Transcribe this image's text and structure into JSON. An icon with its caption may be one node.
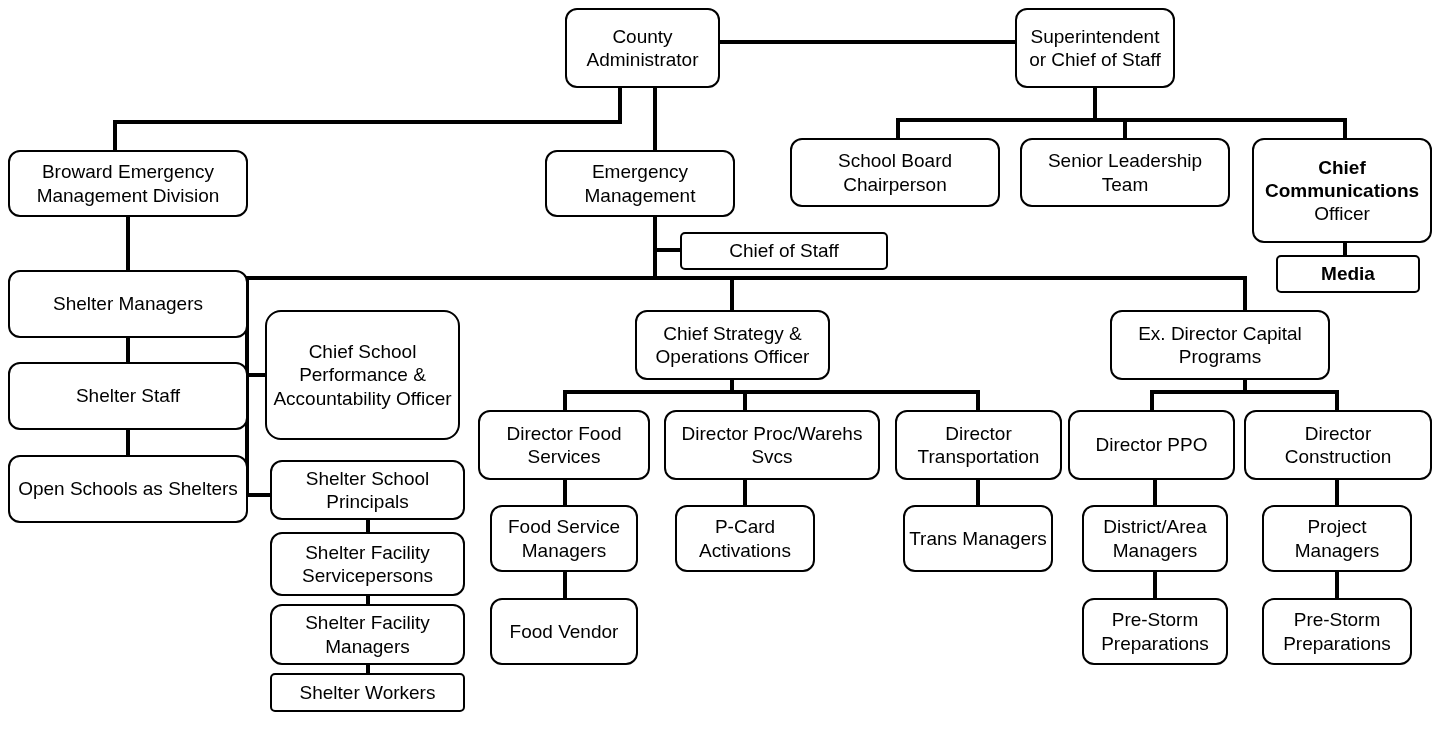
{
  "diagram": {
    "nodes": [
      {
        "text": [
          "County Administrator"
        ]
      },
      {
        "text": [
          "Superintendent or Chief of Staff"
        ]
      },
      {
        "text": [
          "Broward Emergency Management Division"
        ]
      },
      {
        "text": [
          "Emergency Management"
        ]
      },
      {
        "text": [
          "School Board Chairperson"
        ]
      },
      {
        "text": [
          "Senior Leadership Team"
        ]
      },
      {
        "text": [
          "**Chief Communications** Officer"
        ]
      },
      {
        "text": [
          "Media"
        ]
      },
      {
        "text": [
          "Chief of Staff"
        ]
      },
      {
        "text": [
          "Shelter Managers"
        ]
      },
      {
        "text": [
          "Chief School Performance & Accountability Officer"
        ]
      },
      {
        "text": [
          "Chief Strategy & Operations Officer"
        ]
      },
      {
        "text": [
          "Ex. Director Capital Programs"
        ]
      },
      {
        "text": [
          "Shelter Staff"
        ]
      },
      {
        "text": [
          "Director Food Services"
        ]
      },
      {
        "text": [
          "Director Proc/Warehs Svcs"
        ]
      },
      {
        "text": [
          "Director Transportation"
        ]
      },
      {
        "text": [
          "Director PPO"
        ]
      },
      {
        "text": [
          "Director Construction"
        ]
      },
      {
        "text": [
          "Shelter School Principals"
        ]
      },
      {
        "text": [
          "Open Schools as Shelters"
        ]
      },
      {
        "text": [
          "Food Service Managers"
        ]
      },
      {
        "text": [
          "P-Card Activations"
        ]
      },
      {
        "text": [
          "Trans Managers"
        ]
      },
      {
        "text": [
          "District/Area Managers"
        ]
      },
      {
        "text": [
          "Project Managers"
        ]
      },
      {
        "text": [
          "Shelter Facility Servicepersons"
        ]
      },
      {
        "text": [
          "Food Vendor"
        ]
      },
      {
        "text": [
          "Pre-Storm Preparations"
        ]
      },
      {
        "text": [
          "Pre-Storm Preparations"
        ]
      },
      {
        "text": [
          "Shelter Facility Managers"
        ]
      },
      {
        "text": [
          "Shelter Workers"
        ]
      }
    ],
    "edges": [
      {
        "from": 0,
        "to": 1,
        "arrow": "none"
      },
      {
        "from": 0,
        "to": 2,
        "arrow": "none"
      },
      {
        "from": 0,
        "to": 3,
        "arrow": "none"
      },
      {
        "from": 1,
        "to": 4,
        "arrow": "none"
      },
      {
        "from": 1,
        "to": 5,
        "arrow": "none"
      },
      {
        "from": 1,
        "to": 6,
        "arrow": "none"
      },
      {
        "from": 6,
        "to": 7,
        "arrow": "none"
      },
      {
        "from": 3,
        "to": 8,
        "arrow": "none"
      },
      {
        "from": 3,
        "to": 10,
        "arrow": "none"
      },
      {
        "from": 3,
        "to": 19,
        "arrow": "none"
      },
      {
        "from": 3,
        "to": 11,
        "arrow": "none"
      },
      {
        "from": 3,
        "to": 12,
        "arrow": "none"
      },
      {
        "from": 2,
        "to": 9,
        "arrow": "none"
      },
      {
        "from": 9,
        "to": 13,
        "arrow": "none"
      },
      {
        "from": 13,
        "to": 20,
        "arrow": "none"
      },
      {
        "from": 11,
        "to": 14,
        "arrow": "none"
      },
      {
        "from": 11,
        "to": 15,
        "arrow": "none"
      },
      {
        "from": 11,
        "to": 16,
        "arrow": "none"
      },
      {
        "from": 12,
        "to": 17,
        "arrow": "none"
      },
      {
        "from": 12,
        "to": 18,
        "arrow": "none"
      },
      {
        "from": 14,
        "to": 21,
        "arrow": "none"
      },
      {
        "from": 21,
        "to": 27,
        "arrow": "none"
      },
      {
        "from": 15,
        "to": 22,
        "arrow": "none"
      },
      {
        "from": 16,
        "to": 23,
        "arrow": "none"
      },
      {
        "from": 17,
        "to": 24,
        "arrow": "none"
      },
      {
        "from": 24,
        "to": 28,
        "arrow": "none"
      },
      {
        "from": 18,
        "to": 25,
        "arrow": "none"
      },
      {
        "from": 25,
        "to": 29,
        "arrow": "none"
      },
      {
        "from": 19,
        "to": 26,
        "arrow": "none"
      },
      {
        "from": 26,
        "to": 30,
        "arrow": "none"
      },
      {
        "from": 30,
        "to": 31,
        "arrow": "none"
      }
    ]
  }
}
